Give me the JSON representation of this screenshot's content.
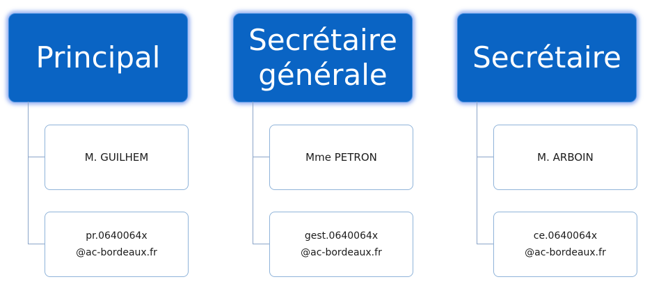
{
  "columns": [
    {
      "title": "Principal",
      "name": "M. GUILHEM",
      "email_line1": "pr.0640064x",
      "email_line2": "@ac-bordeaux.fr"
    },
    {
      "title": "Secrétaire\ngénérale",
      "name": "Mme PETRON",
      "email_line1": "gest.0640064x",
      "email_line2": "@ac-bordeaux.fr"
    },
    {
      "title": "Secrétaire",
      "name": "M. ARBOIN",
      "email_line1": "ce.0640064x",
      "email_line2": "@ac-bordeaux.fr"
    }
  ],
  "colors": {
    "header_fill": "#0a64c4",
    "card_border": "#8fb3d9",
    "connector": "#8aa4c8"
  }
}
